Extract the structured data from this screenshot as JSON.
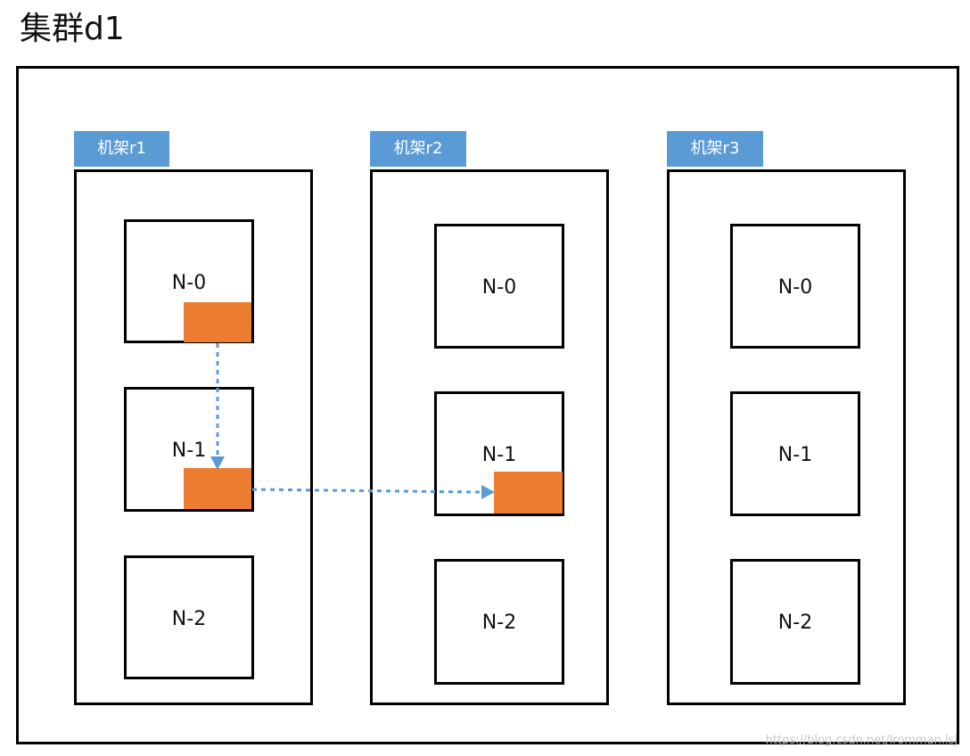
{
  "cluster": {
    "title": "集群d1"
  },
  "racks": [
    {
      "label": "机架r1",
      "nodes": [
        "N-0",
        "N-1",
        "N-2"
      ]
    },
    {
      "label": "机架r2",
      "nodes": [
        "N-0",
        "N-1",
        "N-2"
      ]
    },
    {
      "label": "机架r3",
      "nodes": [
        "N-0",
        "N-1",
        "N-2"
      ]
    }
  ],
  "watermark": "https://blog.csdn.net/lromman.lsj",
  "colors": {
    "rack_tag": "#5b9bd5",
    "data_block": "#ed7d31",
    "arrow": "#5b9bd5",
    "border": "#000000"
  }
}
